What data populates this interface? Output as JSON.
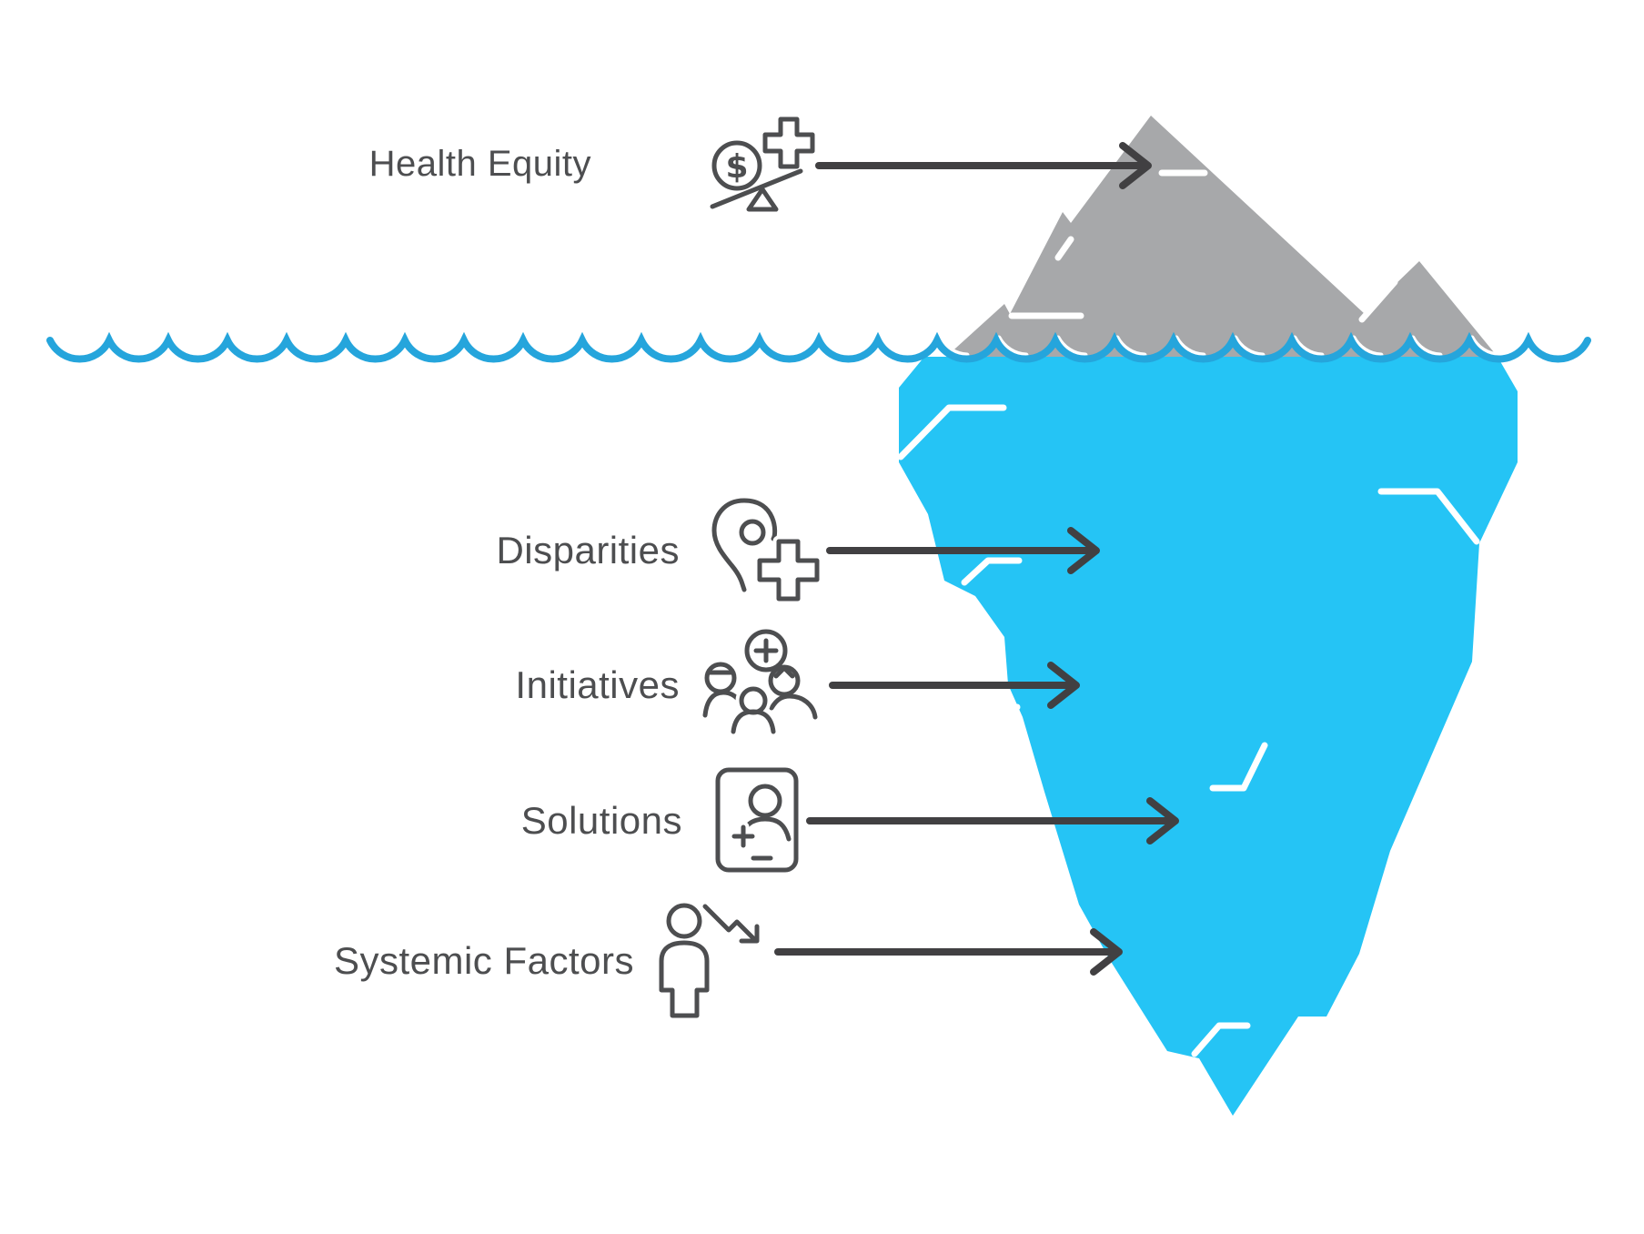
{
  "diagram": {
    "type": "iceberg",
    "above_waterline_labels": [
      "Health Equity"
    ],
    "below_waterline_labels": [
      "Disparities",
      "Initiatives",
      "Solutions",
      "Systemic Factors"
    ]
  },
  "labels": {
    "health_equity": "Health Equity",
    "disparities": "Disparities",
    "initiatives": "Initiatives",
    "solutions": "Solutions",
    "systemic_factors": "Systemic Factors"
  },
  "icons": {
    "health_equity": "dollar-balance-medical-cross-icon",
    "disparities": "location-pin-medical-cross-icon",
    "initiatives": "people-group-plus-icon",
    "solutions": "patient-id-card-icon",
    "systemic_factors": "person-declining-trend-icon"
  },
  "colors": {
    "iceberg_above_water": "#A7A8AA",
    "iceberg_below_water": "#25C4F5",
    "waterline": "#25A5DC",
    "crack_lines": "#FFFFFF",
    "arrow": "#414042",
    "text": "#4D4E50"
  }
}
